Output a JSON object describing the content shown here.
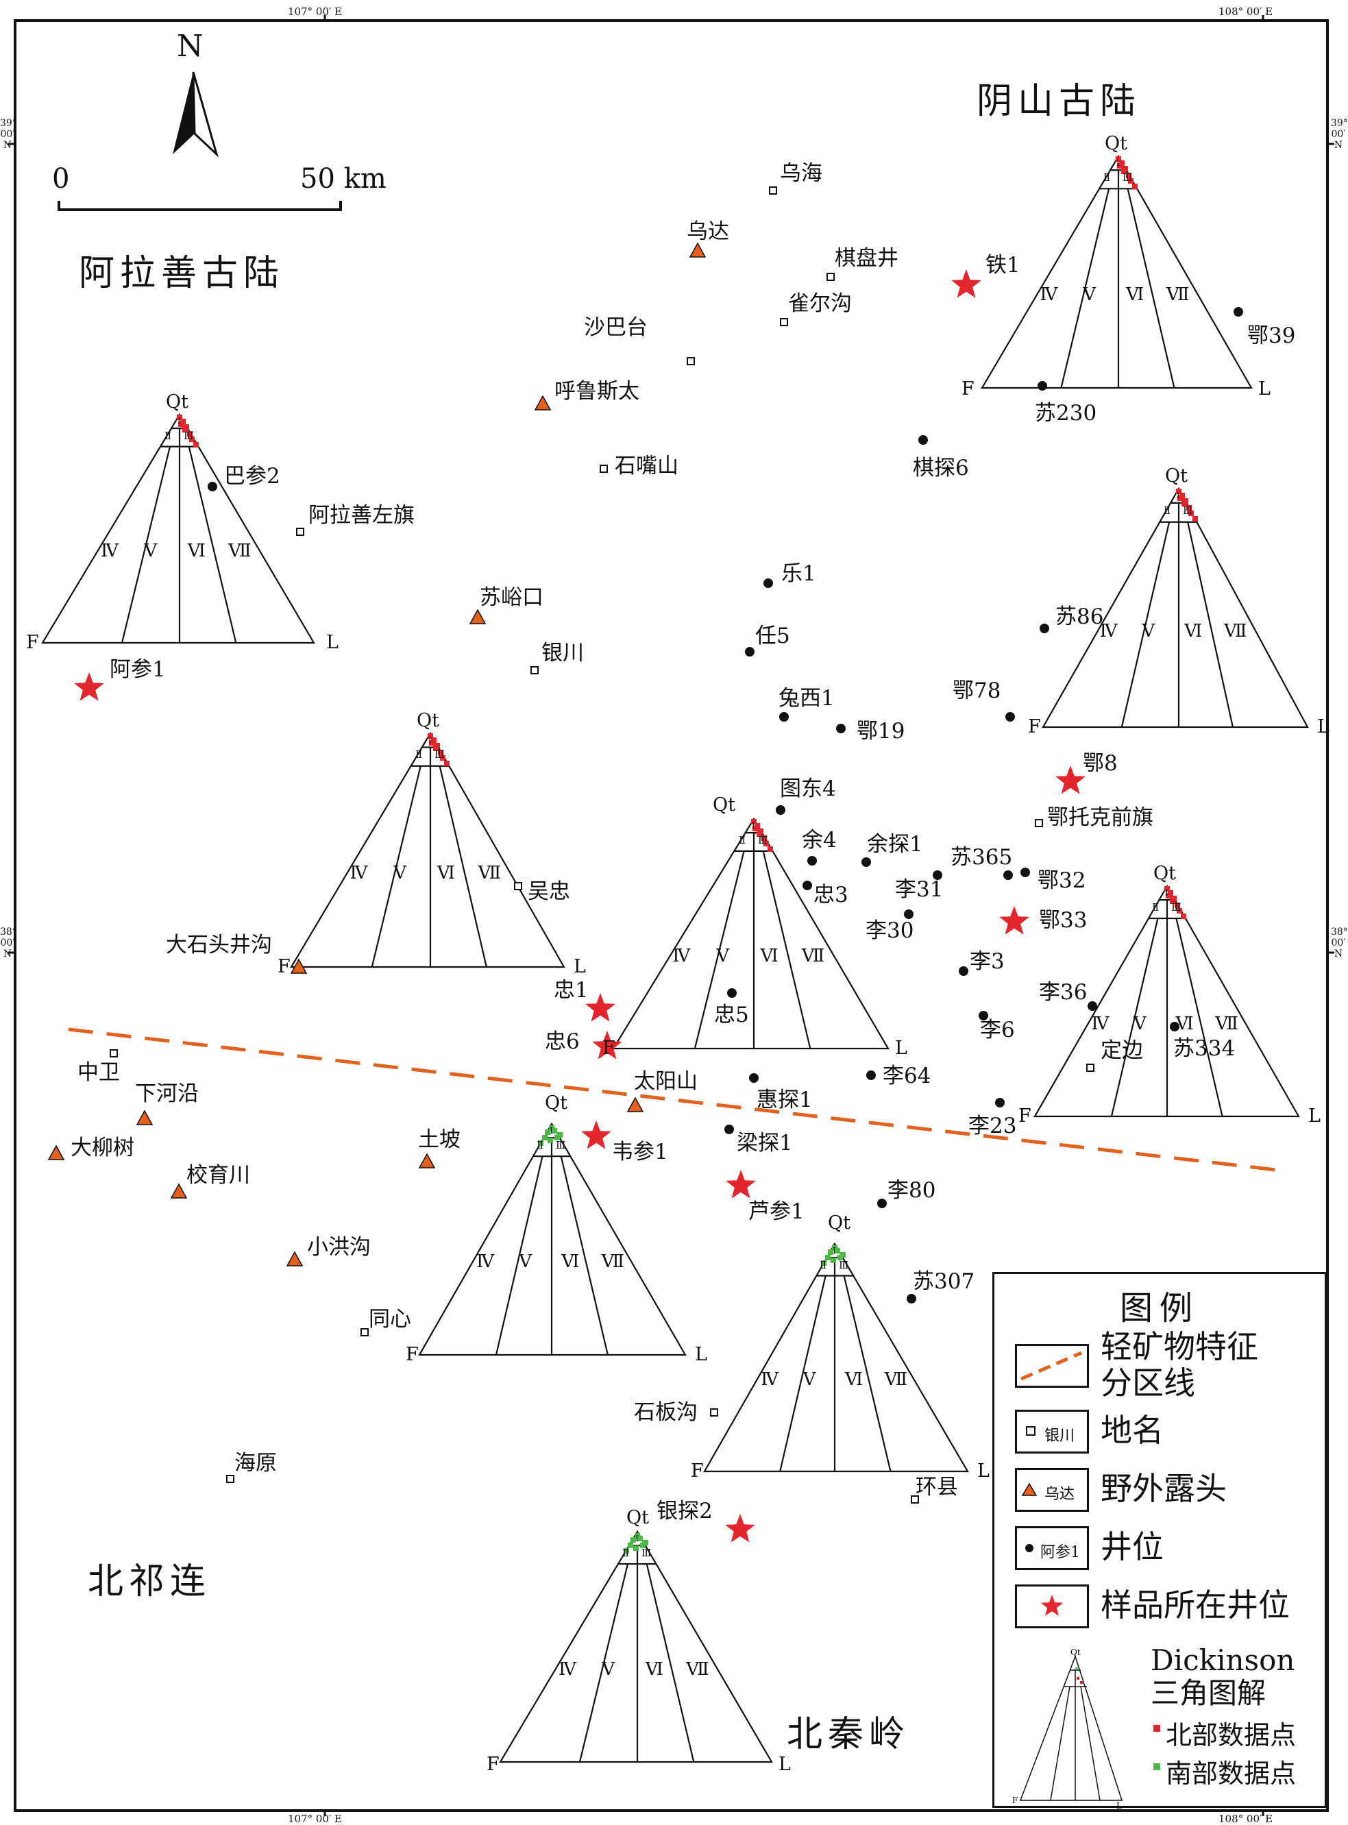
{
  "regions": {
    "yinshan": "阴山古陆",
    "alashan": "阿拉善古陆",
    "beiqilian": "北祁连",
    "beiqinling": "北秦岭"
  },
  "north_label": "N",
  "scale": {
    "start": "0",
    "end": "50 km"
  },
  "coords": {
    "lon_107": "107° 00′ E",
    "lon_108": "108° 00′ E",
    "lat_39": [
      "39°",
      "00′",
      "N"
    ],
    "lat_38": [
      "38°",
      "00′",
      "N"
    ]
  },
  "places": [
    "乌海",
    "棋盘井",
    "雀尔沟",
    "沙巴台",
    "石嘴山",
    "阿拉善左旗",
    "银川",
    "吴忠",
    "鄂托克前旗",
    "中卫",
    "同心",
    "海原",
    "石板沟",
    "环县",
    "定边"
  ],
  "outcrops": [
    "乌达",
    "呼鲁斯太",
    "苏峪口",
    "大石头井沟",
    "太阳山",
    "下河沿",
    "大柳树",
    "校育川",
    "土坡",
    "小洪沟"
  ],
  "wells": [
    "棋探6",
    "乐1",
    "任5",
    "兔西1",
    "鄂19",
    "鄂78",
    "苏86",
    "鄂39",
    "苏230",
    "巴参2",
    "图东4",
    "余4",
    "余探1",
    "忠3",
    "苏365",
    "鄂32",
    "李31",
    "李30",
    "李3",
    "李36",
    "李6",
    "苏334",
    "李64",
    "惠探1",
    "梁探1",
    "李23",
    "李80",
    "苏307",
    "忠5"
  ],
  "sample_wells": [
    "铁1",
    "阿参1",
    "鄂8",
    "鄂33",
    "忠1",
    "忠6",
    "韦参1",
    "芦参1",
    "银探2"
  ],
  "triangle_labels": {
    "apex": "Qt",
    "left": "F",
    "right": "L",
    "fields": [
      "Ⅰ",
      "Ⅱ",
      "Ⅲ",
      "Ⅳ",
      "Ⅴ",
      "Ⅵ",
      "Ⅶ"
    ]
  },
  "colors": {
    "boundary": "#e2611e",
    "outcrop": "#e2611e",
    "star": "#e3262d",
    "north_points": "#e3262d",
    "south_points": "#4cb847"
  },
  "legend": {
    "title": "图例",
    "boundary_line": [
      "轻矿物特征",
      "分区线"
    ],
    "place": "地名",
    "place_sample": "银川",
    "outcrop": "野外露头",
    "outcrop_sample": "乌达",
    "well": "井位",
    "well_sample": "阿参1",
    "sample_well": "样品所在井位",
    "dickinson": [
      "Dickinson",
      "三角图解"
    ],
    "north_points": "北部数据点",
    "south_points": "南部数据点"
  }
}
